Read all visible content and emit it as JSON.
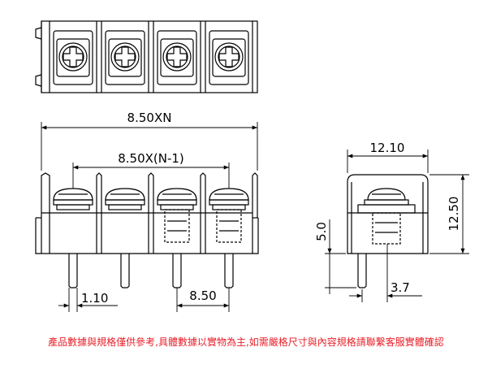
{
  "dimensions": {
    "total_width": "8.50XN",
    "pitch_span": "8.50X(N-1)",
    "pin_width": "1.10",
    "pitch": "8.50",
    "side_width": "12.10",
    "side_height": "12.50",
    "pin_offset_height": "5.0",
    "pin_offset": "3.7"
  },
  "footer": {
    "note": "產品數據與規格僅供參考,具體數據以實物為主,如需嚴格尺寸與內容規格請聯繫客服實體確認"
  },
  "colors": {
    "line": "#000000",
    "note": "#e8202a"
  }
}
